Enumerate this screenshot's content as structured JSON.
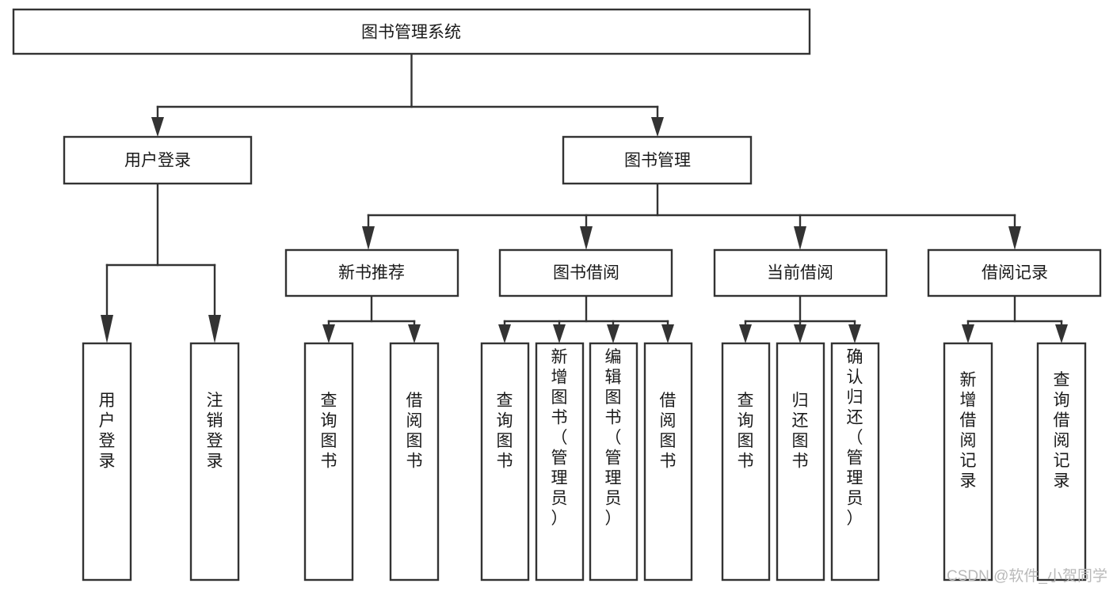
{
  "diagram": {
    "title": "图书管理系统",
    "orientation": "top-down",
    "levels": {
      "root": {
        "label": "图书管理系统"
      },
      "level2": [
        {
          "id": "user-login",
          "label": "用户登录"
        },
        {
          "id": "book-management",
          "label": "图书管理"
        }
      ],
      "level3": [
        {
          "id": "new-book-recommend",
          "label": "新书推荐",
          "parent": "book-management"
        },
        {
          "id": "book-borrow",
          "label": "图书借阅",
          "parent": "book-management"
        },
        {
          "id": "current-borrow",
          "label": "当前借阅",
          "parent": "book-management"
        },
        {
          "id": "borrow-record",
          "label": "借阅记录",
          "parent": "book-management"
        }
      ],
      "leaves": [
        {
          "id": "leaf-user-login",
          "label": "用户登录",
          "parent": "user-login"
        },
        {
          "id": "leaf-logout-login",
          "label": "注销登录",
          "parent": "user-login"
        },
        {
          "id": "leaf-query-book-rec",
          "label": "查询图书",
          "parent": "new-book-recommend"
        },
        {
          "id": "leaf-borrow-book-rec",
          "label": "借阅图书",
          "parent": "new-book-recommend"
        },
        {
          "id": "leaf-query-book-borrow",
          "label": "查询图书",
          "parent": "book-borrow"
        },
        {
          "id": "leaf-add-book-admin",
          "label": "新增图书（管理员）",
          "parent": "book-borrow"
        },
        {
          "id": "leaf-edit-book-admin",
          "label": "编辑图书（管理员）",
          "parent": "book-borrow"
        },
        {
          "id": "leaf-borrow-book",
          "label": "借阅图书",
          "parent": "book-borrow"
        },
        {
          "id": "leaf-query-book-current",
          "label": "查询图书",
          "parent": "current-borrow"
        },
        {
          "id": "leaf-return-book",
          "label": "归还图书",
          "parent": "current-borrow"
        },
        {
          "id": "leaf-confirm-return-admin",
          "label": "确认归还（管理员）",
          "parent": "current-borrow"
        },
        {
          "id": "leaf-add-borrow-record",
          "label": "新增借阅记录",
          "parent": "borrow-record"
        },
        {
          "id": "leaf-query-borrow-record",
          "label": "查询借阅记录",
          "parent": "borrow-record"
        }
      ]
    },
    "colors": {
      "box_stroke": "#333333",
      "box_fill": "#ffffff",
      "text": "#1a1a1a",
      "background": "#ffffff",
      "watermark": "#b9b9b9"
    }
  },
  "watermark": {
    "text": "CSDN @软件_小贺同学"
  }
}
